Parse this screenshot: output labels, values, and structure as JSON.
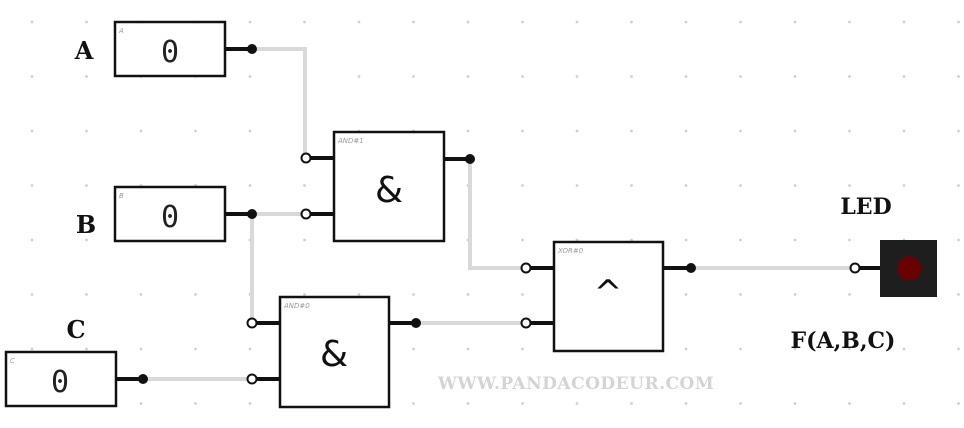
{
  "inputs": {
    "a": {
      "label": "A",
      "tag": "A",
      "value": "0"
    },
    "b": {
      "label": "B",
      "tag": "B",
      "value": "0"
    },
    "c": {
      "label": "C",
      "tag": "C",
      "value": "0"
    }
  },
  "gates": {
    "and1": {
      "tag": "AND#1",
      "symbol": "&"
    },
    "and0": {
      "tag": "AND#0",
      "symbol": "&"
    },
    "xor0": {
      "tag": "XOR#0",
      "symbol": "^"
    }
  },
  "output": {
    "label": "LED",
    "function_label": "F(A,B,C)",
    "led_color": "#6b0000"
  },
  "watermark": "WWW.PANDACODEUR.COM",
  "colors": {
    "wire": "#d9d9d9",
    "pin": "#111111",
    "box": "#111111",
    "led_body": "#1e1e1e"
  }
}
